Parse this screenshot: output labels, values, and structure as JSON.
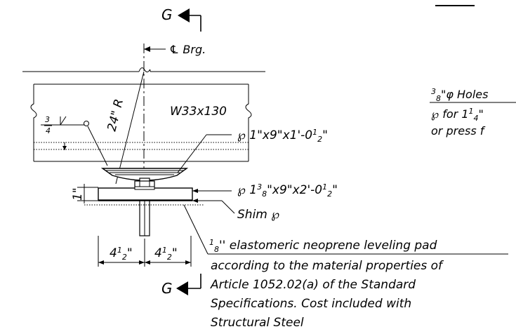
{
  "section": {
    "letter": "G"
  },
  "labels": {
    "cl_brg": "℄ Brg.",
    "beam": "W33x130",
    "radius": "24\" R",
    "weld_size": "4",
    "weld_size_num": "3",
    "plate_top": {
      "prefix": "℘ 1\"x9\"x1'-0",
      "num": "1",
      "den": "2",
      "suffix": "\""
    },
    "plate_bottom": {
      "prefix": "℘ 1",
      "num": "3",
      "den": "8",
      "suffix": "\"x9\"x2'-0",
      "num2": "1",
      "den2": "2",
      "suffix2": "\""
    },
    "shim": "Shim ℘",
    "thickness": "1\"",
    "dim_left": {
      "whole": "4",
      "num": "1",
      "den": "2",
      "unit": "\""
    },
    "dim_right": {
      "whole": "4",
      "num": "1",
      "den": "2",
      "unit": "\""
    }
  },
  "note": {
    "line1_num": "1",
    "line1_den": "8",
    "line1": "'' elastomeric neoprene leveling pad",
    "line2": "according to the material properties of",
    "line3": "Article 1052.02(a) of the Standard",
    "line4": "Specifications. Cost included with",
    "line5": "Structural Steel"
  },
  "right_note": {
    "line1_num": "3",
    "line1_den": "8",
    "line1": "\"φ Holes",
    "line2": "℘ for 1",
    "line2_sup": "1",
    "line2_sub": "4",
    "line2_end": "\"",
    "line3": "or press f"
  }
}
